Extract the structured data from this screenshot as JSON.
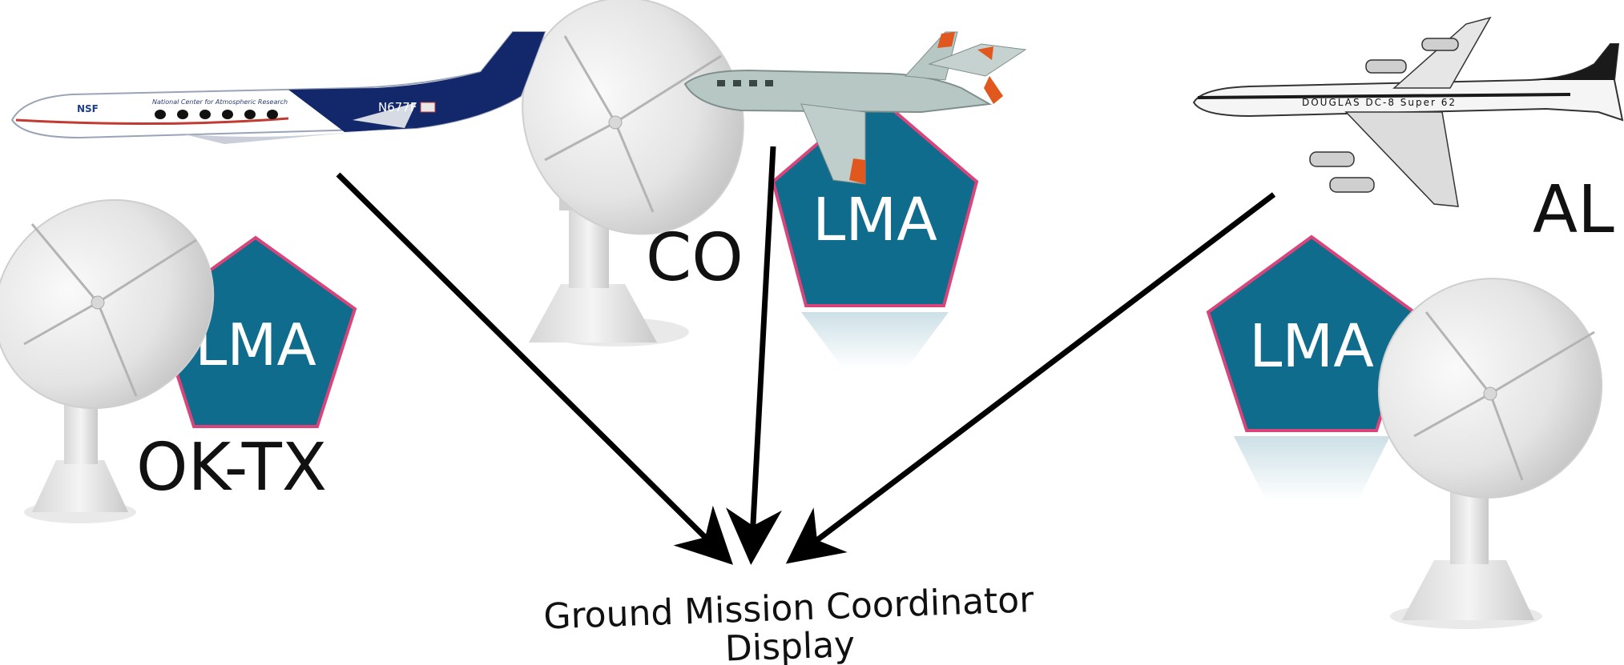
{
  "diagram": {
    "regions": [
      {
        "id": "okt",
        "state_label": "OK-TX",
        "network_label": "LMA"
      },
      {
        "id": "co",
        "state_label": "CO",
        "network_label": "LMA"
      },
      {
        "id": "al",
        "state_label": "AL",
        "network_label": "LMA"
      }
    ],
    "aircraft": [
      {
        "id": "gulfstream",
        "tail_number": "N677F",
        "body_text": "National Center for Atmospheric Research",
        "logo_text": "NSF"
      },
      {
        "id": "falcon"
      },
      {
        "id": "dc8",
        "body_text": "DOUGLAS  DC-8  Super 62"
      }
    ],
    "destination": {
      "line1": "Ground Mission Coordinator",
      "line2": "Display"
    },
    "colors": {
      "pentagon_fill": "#0f6c8c",
      "pentagon_stroke": "#d9457a",
      "lma_text": "#ffffff",
      "label_text": "#111111",
      "arrow": "#000000",
      "gulfstream_tail": "#13276b",
      "falcon_body": "#b7c7c4",
      "falcon_accent": "#e0581e"
    }
  }
}
